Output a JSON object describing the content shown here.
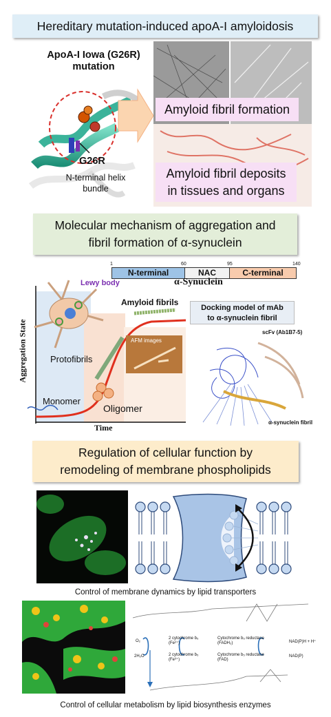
{
  "section1": {
    "title": "Hereditary mutation-induced apoA-I amyloidosis",
    "mutation_title_line1": "ApoA-I Iowa (G26R)",
    "mutation_title_line2": "mutation",
    "residue_label": "G26R",
    "helix_label_line1": "N-terminal helix",
    "helix_label_line2": "bundle",
    "fibril_formation": "Amyloid fibril formation",
    "deposits_line1": "Amyloid fibril deposits",
    "deposits_line2": "in tissues and organs"
  },
  "section2": {
    "title_line1": "Molecular mechanism of aggregation and",
    "title_line2": "fibril formation of α-synuclein",
    "domains": [
      {
        "label": "N-terminal",
        "color": "#9ec3e6"
      },
      {
        "label": "NAC",
        "color": "#f2f2f2"
      },
      {
        "label": "C-terminal",
        "color": "#f8cbad"
      }
    ],
    "domain_ticks": [
      "1",
      "60",
      "95",
      "140"
    ],
    "protein_name": "α-Synuclein",
    "lewy_body": "Lewy body",
    "amyloid_fibrils": "Amyloid fibrils",
    "afm_images": "AFM images",
    "protofibrils": "Protofibrils",
    "monomer": "Monomer",
    "oligomer": "Oligomer",
    "y_axis": "Aggregation State",
    "x_axis": "Time",
    "docking_line1": "Docking model of mAb",
    "docking_line2": "to α-synuclein fibril",
    "scfv_label": "scFv (Ab1B7-5)",
    "fibril_label": "α-synuclein fibril"
  },
  "section3": {
    "title_line1": "Regulation of cellular function by",
    "title_line2": "remodeling of membrane phospholipids",
    "caption1": "Control of membrane dynamics by lipid transporters",
    "caption2": "Control of cellular metabolism by lipid biosynthesis enzymes",
    "pathway": {
      "o2": "O₂",
      "h2o": "2H₂O",
      "cyt_b5_top": "2 cytochrome b₅",
      "cyt_b5_top_state": "(Fe²⁺)",
      "cyt_b5_bottom": "2 cytochrome b₅",
      "cyt_b5_bottom_state": "(Fe³⁺)",
      "reductase_top": "Cytochrome b₅ reductase",
      "reductase_top_state": "(FADH₂)",
      "reductase_bottom": "Cytochrome b₅ reductase",
      "reductase_bottom_state": "(FAD)",
      "nadph": "NAD(P)H + H⁺",
      "nadp": "NAD(P)"
    }
  },
  "colors": {
    "helix": "#3bb39a",
    "curve": "#e0301e",
    "membrane": "#a9c4e6",
    "lipid_head": "#c5d9f1"
  }
}
